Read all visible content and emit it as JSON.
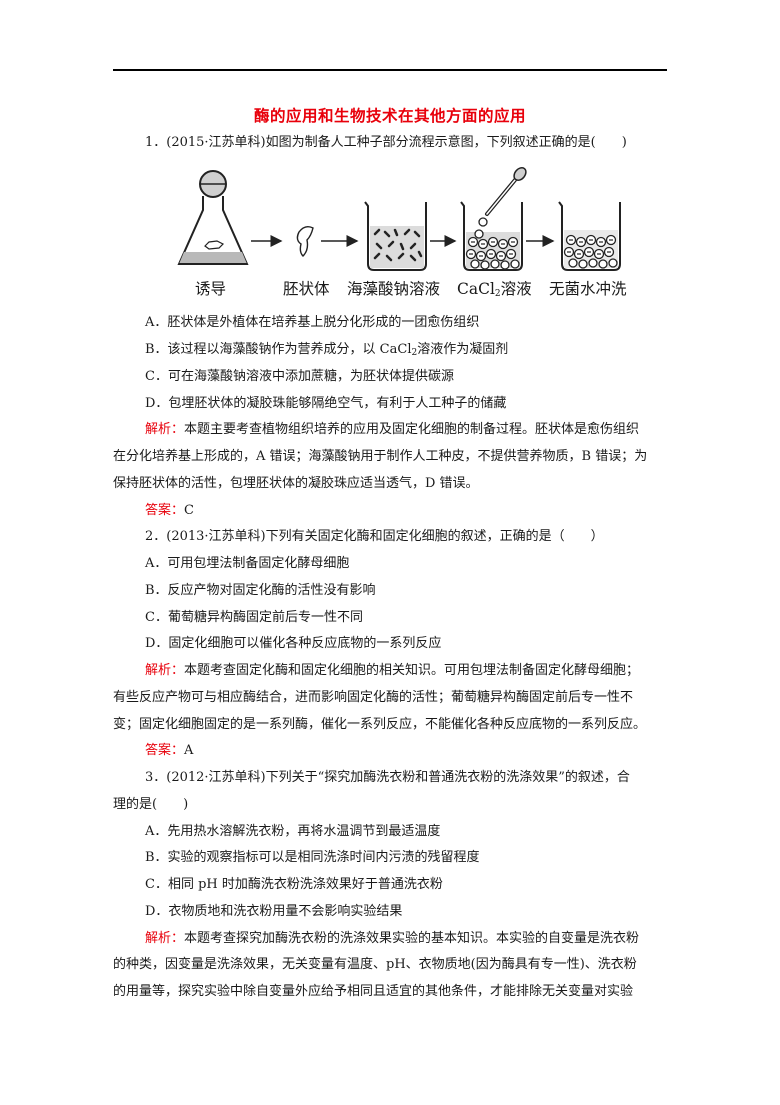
{
  "title": "酶的应用和生物技术在其他方面的应用",
  "q1": {
    "stem": "1．(2015·江苏单科)如图为制备人工种子部分流程示意图，下列叙述正确的是(　　)",
    "figure_captions": {
      "c1": "诱导",
      "c2": "胚状体",
      "c3": "海藻酸钠溶液",
      "c4_pre": "CaCl",
      "c4_sub": "2",
      "c4_post": "溶液",
      "c5": "无菌水冲洗"
    },
    "optA": "A．胚状体是外植体在培养基上脱分化形成的一团愈伤组织",
    "optB_pre": "B．该过程以海藻酸钠作为营养成分，以 CaCl",
    "optB_sub": "2",
    "optB_post": "溶液作为凝固剂",
    "optC": "C．可在海藻酸钠溶液中添加蔗糖，为胚状体提供碳源",
    "optD": "D．包埋胚状体的凝胶珠能够隔绝空气，有利于人工种子的储藏",
    "expl_label": "解析：",
    "expl_1": "本题主要考查植物组织培养的应用及固定化细胞的制备过程。胚状体是愈伤组织",
    "expl_2": "在分化培养基上形成的，A 错误；海藻酸钠用于制作人工种皮，不提供营养物质，B 错误；为",
    "expl_3": "保持胚状体的活性，包埋胚状体的凝胶珠应适当透气，D 错误。",
    "ans_label": "答案：",
    "ans": "C"
  },
  "q2": {
    "stem": "2．(2013·江苏单科)下列有关固定化酶和固定化细胞的叙述，正确的是（　　）",
    "optA": "A．可用包埋法制备固定化酵母细胞",
    "optB": "B．反应产物对固定化酶的活性没有影响",
    "optC": "C．葡萄糖异构酶固定前后专一性不同",
    "optD": "D．固定化细胞可以催化各种反应底物的一系列反应",
    "expl_label": "解析：",
    "expl_1": "本题考查固定化酶和固定化细胞的相关知识。可用包埋法制备固定化酵母细胞；",
    "expl_2": "有些反应产物可与相应酶结合，进而影响固定化酶的活性；葡萄糖异构酶固定前后专一性不",
    "expl_3": "变；固定化细胞固定的是一系列酶，催化一系列反应，不能催化各种反应底物的一系列反应。",
    "ans_label": "答案：",
    "ans": "A"
  },
  "q3": {
    "stem_1": "3．(2012·江苏单科)下列关于“探究加酶洗衣粉和普通洗衣粉的洗涤效果”的叙述，合",
    "stem_2": "理的是(　　)",
    "optA": "A．先用热水溶解洗衣粉，再将水温调节到最适温度",
    "optB": "B．实验的观察指标可以是相同洗涤时间内污渍的残留程度",
    "optC": "C．相同 pH 时加酶洗衣粉洗涤效果好于普通洗衣粉",
    "optD": "D．衣物质地和洗衣粉用量不会影响实验结果",
    "expl_label": "解析：",
    "expl_1": "本题考查探究加酶洗衣粉的洗涤效果实验的基本知识。本实验的自变量是洗衣粉",
    "expl_2": "的种类，因变量是洗涤效果，无关变量有温度、pH、衣物质地(因为酶具有专一性)、洗衣粉",
    "expl_3": "的用量等，探究实验中除自变量外应给予相同且适宜的其他条件，才能排除无关变量对实验"
  }
}
